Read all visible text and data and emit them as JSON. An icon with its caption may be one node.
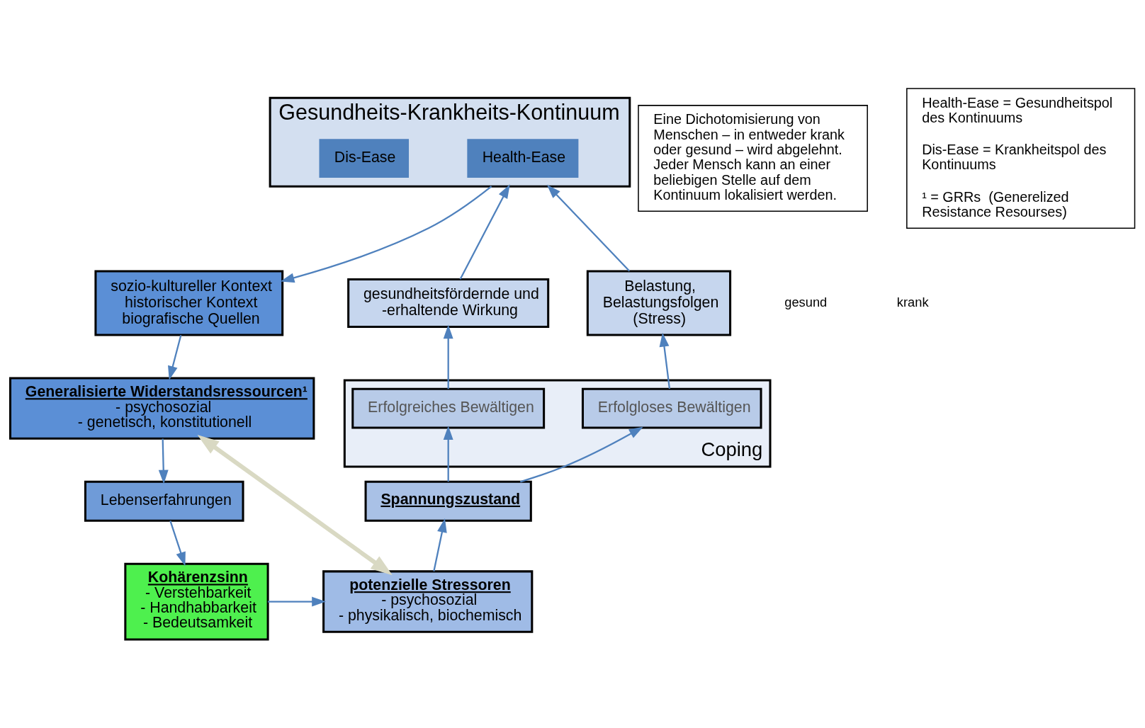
{
  "diagram": {
    "nodes": [
      {
        "text": [
          "Gesundheits-Krankheits-Kontinuum"
        ]
      },
      {
        "text": [
          "Health-Ease"
        ],
        "in": 0
      },
      {
        "text": [
          "Dis-Ease"
        ],
        "in": 0
      },
      {
        "text": [
          "sozio-kultureller Kontext",
          "historischer Kontext",
          "biografische Quellen"
        ]
      },
      {
        "text": [
          "gesundheitsfördernde und -erhaltende Wirkung"
        ]
      },
      {
        "text": [
          "Belastung, Belastungsfolgen (Stress)"
        ]
      },
      {
        "text": [
          "Generalisierte Widerstandsressourcen¹",
          "- psychosozial",
          "- genetisch, konstitutionell"
        ]
      },
      {
        "text": [
          "Lebenserfahrungen"
        ]
      },
      {
        "text": [
          "Kohärenzsinn",
          "- Verstehbarkeit",
          "- Handhabbarkeit",
          "- Bedeutsamkeit"
        ]
      },
      {
        "text": [
          "Coping"
        ]
      },
      {
        "text": [
          "Erfolgreiches Bewältigen"
        ],
        "in": 9
      },
      {
        "text": [
          "Erfolgloses Bewältigen"
        ],
        "in": 9
      },
      {
        "text": [
          "Spannungszustand"
        ]
      },
      {
        "text": [
          "potenzielle Stressoren",
          "- psychosozial",
          "- physikalisch, biochemisch"
        ]
      },
      {
        "text": [
          "Eine Dichotomisierung von Menschen – in entweder krank oder gesund – wird abgelehnt. Jeder Mensch kann an einer beliebigen Stelle auf dem Kontinuum lokalisiert werden."
        ]
      },
      {
        "text": [
          "Health-Ease = Gesundheitspol des Kontinuums",
          "Dis-Ease = Krankheitspol des Kontinuums",
          "¹ = GRRs  (Generelized Resistance Resourses)"
        ]
      }
    ],
    "edges": [
      {
        "from": 0,
        "to": 3,
        "arrow": "to"
      },
      {
        "from": 4,
        "to": 0,
        "arrow": "to"
      },
      {
        "from": 5,
        "to": 0,
        "arrow": "to"
      },
      {
        "from": 3,
        "to": 6,
        "arrow": "to"
      },
      {
        "from": 6,
        "to": 7,
        "arrow": "to"
      },
      {
        "from": 7,
        "to": 8,
        "arrow": "to"
      },
      {
        "from": 10,
        "to": 4,
        "arrow": "to"
      },
      {
        "from": 11,
        "to": 5,
        "arrow": "to"
      },
      {
        "from": 12,
        "to": 10,
        "arrow": "to"
      },
      {
        "from": 12,
        "to": 11,
        "arrow": "to"
      },
      {
        "from": 13,
        "to": 12,
        "arrow": "to"
      },
      {
        "from": 6,
        "to": 13,
        "arrow": "both",
        "style": "thick",
        "color": "#d9d9c3"
      },
      {
        "from": 8,
        "to": 13,
        "arrow": "to"
      }
    ],
    "labels": [
      "gesund",
      "krank"
    ]
  }
}
